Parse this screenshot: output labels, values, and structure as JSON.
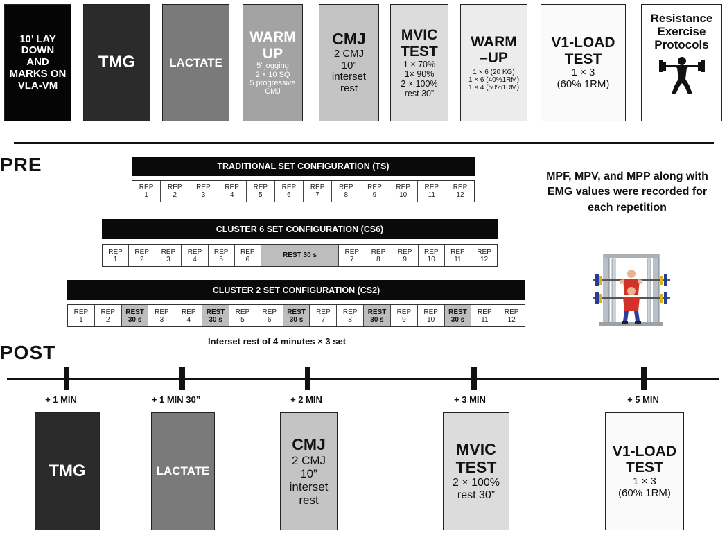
{
  "top_boxes": [
    {
      "lines": [
        "10’ LAY",
        "DOWN",
        "AND",
        "MARKS ON",
        "VLA-VM"
      ]
    },
    {
      "lines": [
        "TMG"
      ]
    },
    {
      "lines": [
        "LACTATE"
      ]
    },
    {
      "lines": [
        "WARM",
        "UP",
        "5’ jogging",
        "2 × 10  SQ",
        "5 progressive",
        "CMJ"
      ]
    },
    {
      "lines": [
        "CMJ",
        "2 CMJ",
        "10”",
        "interset",
        "rest"
      ]
    },
    {
      "lines": [
        "MVIC",
        "TEST",
        "1 × 70%",
        "1× 90%",
        "2 × 100%",
        "rest 30”"
      ]
    },
    {
      "lines": [
        "WARM",
        "–UP",
        "1 × 6 (20 KG)",
        "1 × 6 (40%1RM)",
        "1 × 4 (50%1RM)"
      ]
    },
    {
      "lines": [
        "V1-LOAD",
        "TEST",
        "1 × 3",
        "(60% 1RM)"
      ]
    },
    {
      "lines": [
        "Resistance",
        "Exercise",
        "Protocols"
      ],
      "icon": "weightlifter-icon"
    }
  ],
  "sections": {
    "pre": "PRE",
    "post": "POST"
  },
  "configs": [
    {
      "title": "TRADITIONAL SET CONFIGURATION (TS)",
      "cells": [
        [
          "REP",
          "1"
        ],
        [
          "REP",
          "2"
        ],
        [
          "REP",
          "3"
        ],
        [
          "REP",
          "4"
        ],
        [
          "REP",
          "5"
        ],
        [
          "REP",
          "6"
        ],
        [
          "REP",
          "7"
        ],
        [
          "REP",
          "8"
        ],
        [
          "REP",
          "9"
        ],
        [
          "REP",
          "10"
        ],
        [
          "REP",
          "11"
        ],
        [
          "REP",
          "12"
        ]
      ]
    },
    {
      "title": "CLUSTER 6 SET CONFIGURATION  (CS6)",
      "cells": [
        [
          "REP",
          "1"
        ],
        [
          "REP",
          "2"
        ],
        [
          "REP",
          "3"
        ],
        [
          "REP",
          "4"
        ],
        [
          "REP",
          "5"
        ],
        [
          "REP",
          "6"
        ],
        [
          "REST 30 s"
        ],
        [
          "REP",
          "7"
        ],
        [
          "REP",
          "8"
        ],
        [
          "REP",
          "9"
        ],
        [
          "REP",
          "10"
        ],
        [
          "REP",
          "11"
        ],
        [
          "REP",
          "12"
        ]
      ]
    },
    {
      "title": "CLUSTER 2 SET CONFIGURATION (CS2)",
      "cells": [
        [
          "REP",
          "1"
        ],
        [
          "REP",
          "2"
        ],
        [
          "REST",
          "30 s"
        ],
        [
          "REP",
          "3"
        ],
        [
          "REP",
          "4"
        ],
        [
          "REST",
          "30 s"
        ],
        [
          "REP",
          "5"
        ],
        [
          "REP",
          "6"
        ],
        [
          "REST",
          "30 s"
        ],
        [
          "REP",
          "7"
        ],
        [
          "REP",
          "8"
        ],
        [
          "REST",
          "30 s"
        ],
        [
          "REP",
          "9"
        ],
        [
          "REP",
          "10"
        ],
        [
          "REST",
          "30 s"
        ],
        [
          "REP",
          "11"
        ],
        [
          "REP",
          "12"
        ]
      ]
    }
  ],
  "interset_note": "Interset rest of 4 minutes × 3 set",
  "right_note": "MPF, MPV, and MPP along with EMG values were recorded for each repetition",
  "right_icon": "squat-rack-icon",
  "timeline": [
    {
      "label": "+ 1 MIN"
    },
    {
      "label": "+ 1 MIN 30”"
    },
    {
      "label": "+ 2 MIN"
    },
    {
      "label": "+ 3 MIN"
    },
    {
      "label": "+ 5 MIN"
    }
  ],
  "bottom_boxes": [
    {
      "lines": [
        "TMG"
      ]
    },
    {
      "lines": [
        "LACTATE"
      ]
    },
    {
      "lines": [
        "CMJ",
        "2 CMJ",
        "10”",
        "interset",
        "rest"
      ]
    },
    {
      "lines": [
        "MVIC",
        "TEST",
        "2 × 100%",
        "rest 30”"
      ]
    },
    {
      "lines": [
        "V1-LOAD",
        "TEST",
        "1 × 3",
        "(60% 1RM)"
      ]
    }
  ]
}
